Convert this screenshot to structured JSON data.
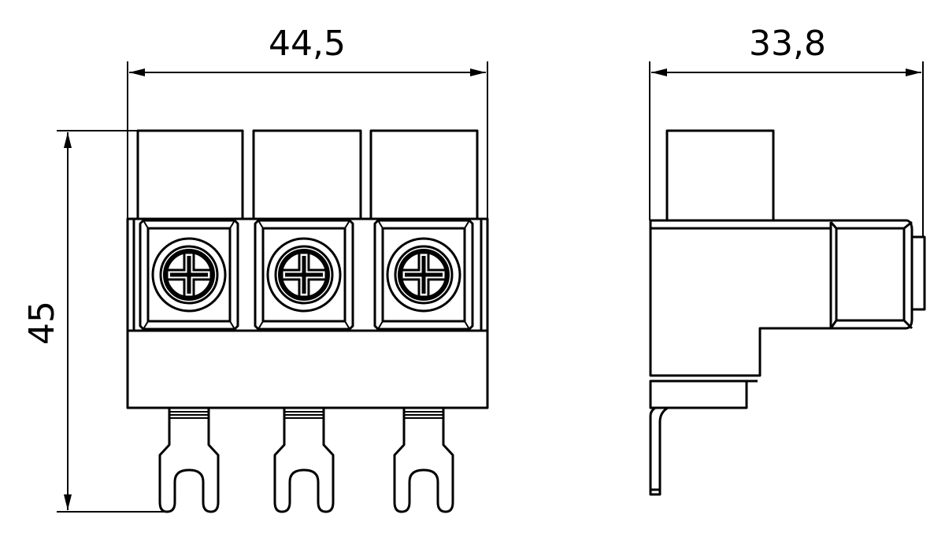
{
  "dimensions": {
    "front_width": "44,5",
    "front_height": "45",
    "side_depth": "33,8"
  },
  "terminal_count": 3,
  "colors": {
    "line": "#000000",
    "background": "#ffffff"
  }
}
